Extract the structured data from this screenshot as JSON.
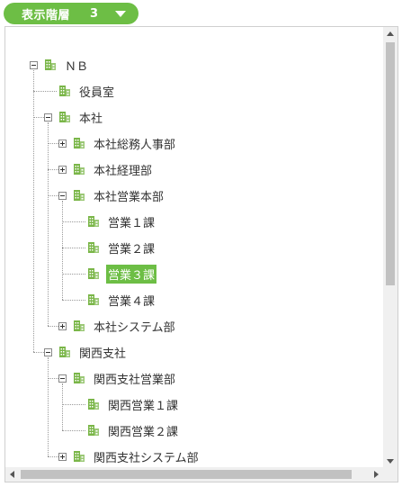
{
  "header": {
    "level_label": "表示階層",
    "level_value": "3"
  },
  "colors": {
    "accent": "#6dbe45",
    "building": "#7ab648"
  },
  "icons": {
    "node_icon": "building-icon",
    "expand": "plus-box-icon",
    "collapse": "minus-box-icon",
    "dropdown": "chevron-down-icon"
  },
  "tree": {
    "selected_label": "営業３課",
    "nodes": [
      {
        "label": "ＮＢ",
        "depth": 0,
        "state": "expanded"
      },
      {
        "label": "役員室",
        "depth": 1,
        "state": "leaf"
      },
      {
        "label": "本社",
        "depth": 1,
        "state": "expanded"
      },
      {
        "label": "本社総務人事部",
        "depth": 2,
        "state": "collapsed"
      },
      {
        "label": "本社経理部",
        "depth": 2,
        "state": "collapsed"
      },
      {
        "label": "本社営業本部",
        "depth": 2,
        "state": "expanded"
      },
      {
        "label": "営業１課",
        "depth": 3,
        "state": "leaf"
      },
      {
        "label": "営業２課",
        "depth": 3,
        "state": "leaf"
      },
      {
        "label": "営業３課",
        "depth": 3,
        "state": "leaf"
      },
      {
        "label": "営業４課",
        "depth": 3,
        "state": "leaf"
      },
      {
        "label": "本社システム部",
        "depth": 2,
        "state": "collapsed"
      },
      {
        "label": "関西支社",
        "depth": 1,
        "state": "expanded"
      },
      {
        "label": "関西支社営業部",
        "depth": 2,
        "state": "expanded"
      },
      {
        "label": "関西営業１課",
        "depth": 3,
        "state": "leaf"
      },
      {
        "label": "関西営業２課",
        "depth": 3,
        "state": "leaf"
      },
      {
        "label": "関西支社システム部",
        "depth": 2,
        "state": "collapsed"
      }
    ]
  }
}
